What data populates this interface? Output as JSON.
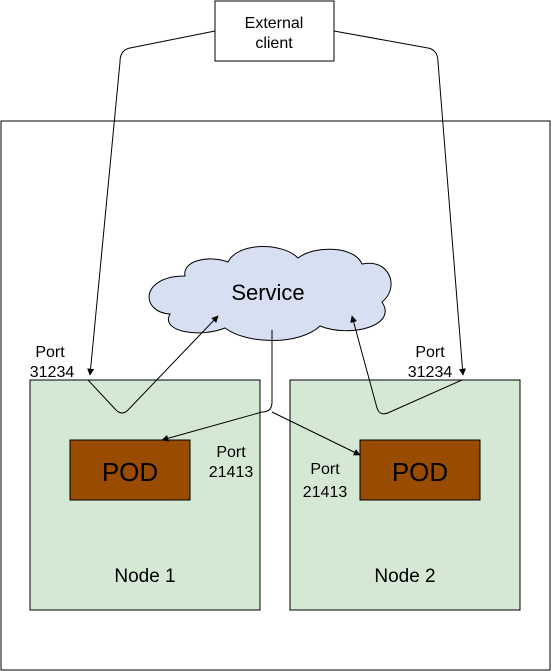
{
  "external_client": {
    "line1": "External",
    "line2": "client"
  },
  "service": {
    "label": "Service"
  },
  "nodes": [
    {
      "label": "Node 1",
      "pod_label": "POD",
      "node_port": {
        "line1": "Port",
        "line2": "31234"
      },
      "pod_port": {
        "line1": "Port",
        "line2": "21413"
      }
    },
    {
      "label": "Node 2",
      "pod_label": "POD",
      "node_port": {
        "line1": "Port",
        "line2": "31234"
      },
      "pod_port": {
        "line1": "Port",
        "line2": "21413"
      }
    }
  ],
  "colors": {
    "node_fill": "#d5e8d4",
    "pod_fill": "#994c00",
    "service_fill": "#d6e0f2",
    "stroke": "#000000"
  }
}
